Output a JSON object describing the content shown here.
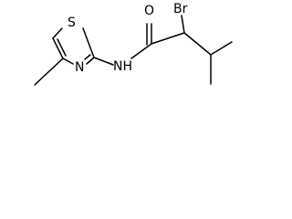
{
  "molecule": {
    "atoms": {
      "bromine": "Br",
      "oxygen": "O",
      "amide_nitrogen": "NH",
      "sulfur": "S",
      "ring_nitrogen": "N"
    },
    "bond_color": "#000000",
    "label_color": "#000000"
  }
}
